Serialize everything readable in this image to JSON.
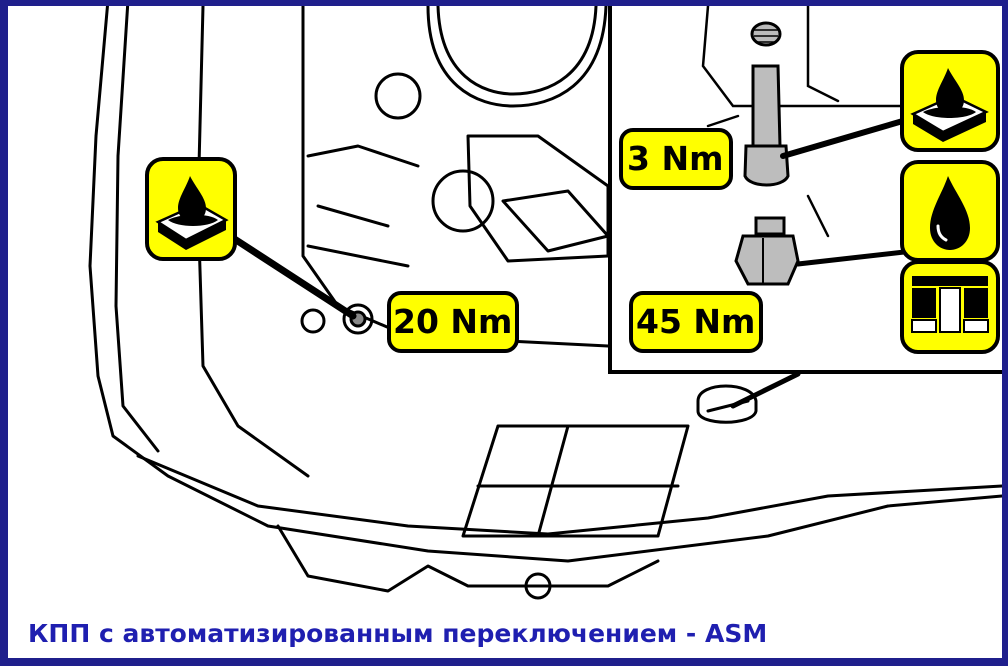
{
  "torques": {
    "drain_plug": "20 Nm",
    "check_bolt": "3 Nm",
    "fill_plug": "45 Nm"
  },
  "caption": "КПП с автоматизированным переключением -  ASM",
  "colors": {
    "frame": "#1f1f8c",
    "caption": "#1f1fb0",
    "label_fill": "#ffff00",
    "outline": "#000000"
  },
  "icons": [
    "oil-on-seal-icon",
    "oil-drop-icon",
    "seal-ring-icon"
  ]
}
